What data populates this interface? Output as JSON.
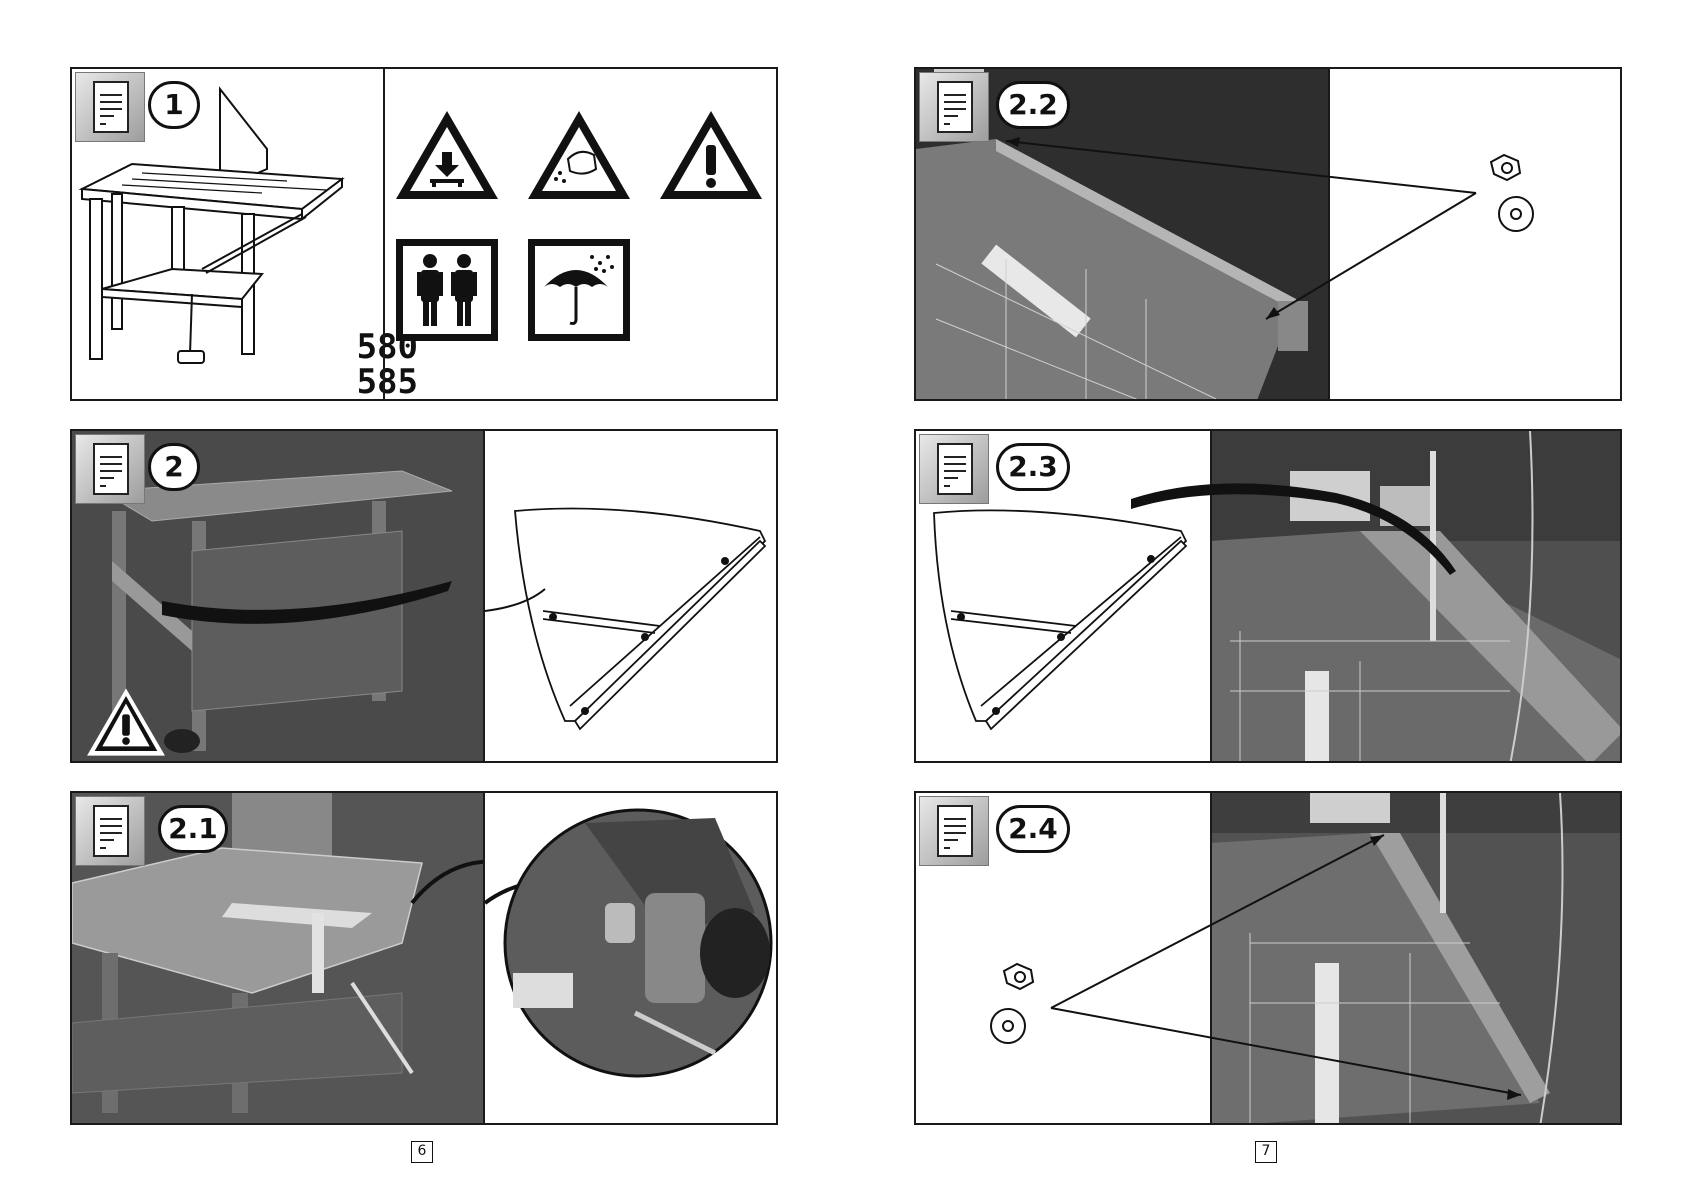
{
  "panels": [
    {
      "step": "1",
      "models": [
        "580",
        "585"
      ]
    },
    {
      "step": "2"
    },
    {
      "step": "2.1"
    },
    {
      "step": "2.2"
    },
    {
      "step": "2.3"
    },
    {
      "step": "2.4"
    }
  ],
  "page_numbers": [
    "6",
    "7"
  ],
  "icons": {
    "manual": "read-manual-icon",
    "warnings": [
      "heavy-load-warning-icon",
      "hand-injury-warning-icon",
      "general-warning-icon"
    ],
    "info": [
      "two-person-lift-icon",
      "keep-dry-icon"
    ]
  }
}
